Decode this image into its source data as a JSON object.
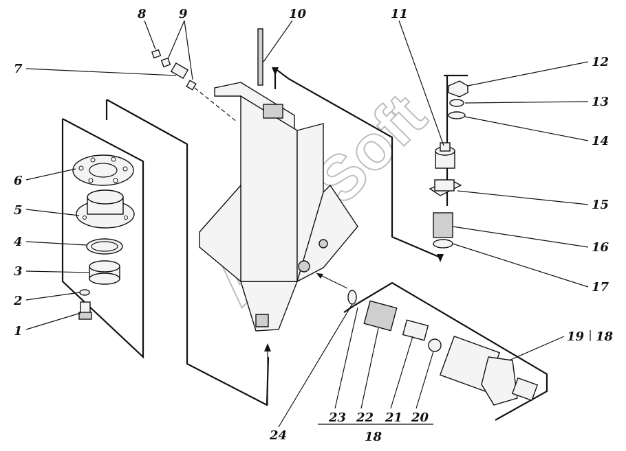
{
  "watermark": "AutoSoft",
  "callouts": {
    "c1": "1",
    "c2": "2",
    "c3": "3",
    "c4": "4",
    "c5": "5",
    "c6": "6",
    "c7": "7",
    "c8": "8",
    "c9": "9",
    "c10": "10",
    "c11": "11",
    "c12": "12",
    "c13": "13",
    "c14": "14",
    "c15": "15",
    "c16": "16",
    "c17": "17",
    "c19": "19",
    "c19_group": "18",
    "c20": "20",
    "c21": "21",
    "c22": "22",
    "c23": "23",
    "c24": "24",
    "c18": "18"
  }
}
